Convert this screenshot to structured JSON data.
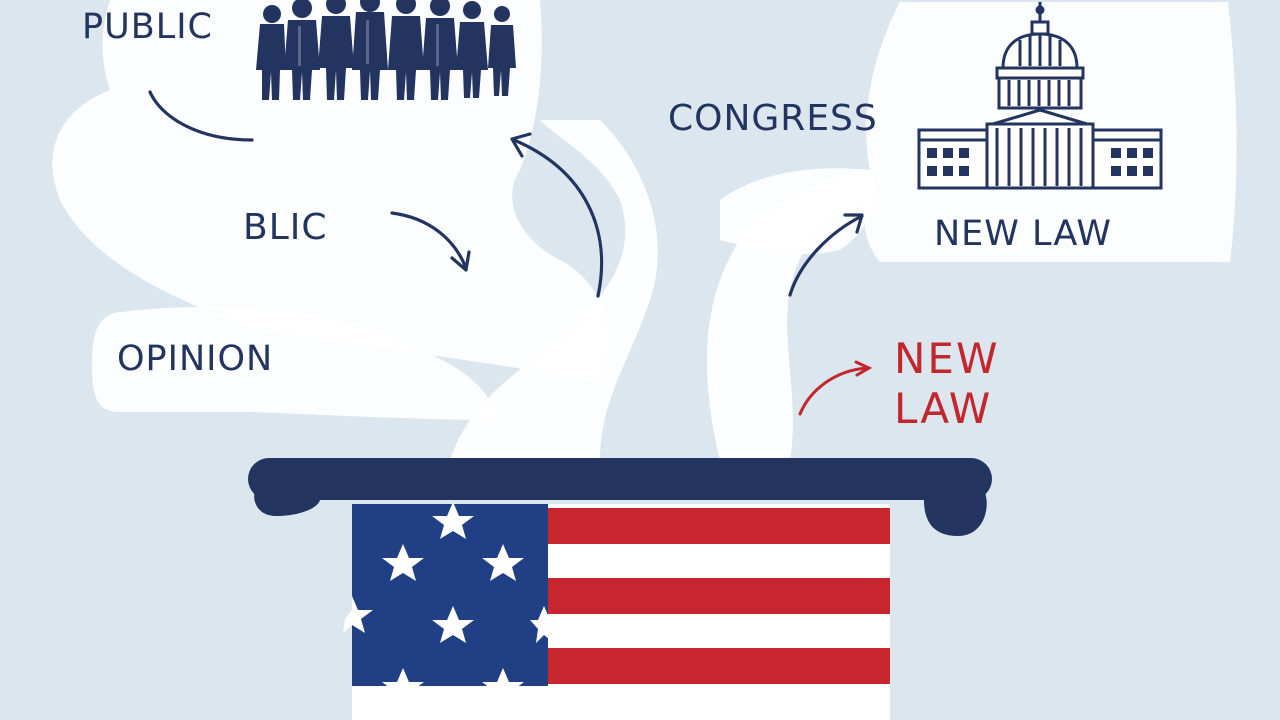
{
  "labels": {
    "public": "PUBLIC",
    "blic": "BLIC",
    "opinion": "OPINION",
    "congress": "CONGRESS",
    "new_law_top": "NEW LAW",
    "new_law_red_line1": "NEW",
    "new_law_red_line2": "LAW"
  },
  "colors": {
    "background": "#dbe6ee",
    "navy": "#22345f",
    "red": "#c2272d",
    "white": "#ffffff"
  },
  "icons": {
    "crowd": "people-group-icon",
    "capitol": "capitol-building-icon",
    "flag": "us-flag",
    "podium": "podium"
  }
}
